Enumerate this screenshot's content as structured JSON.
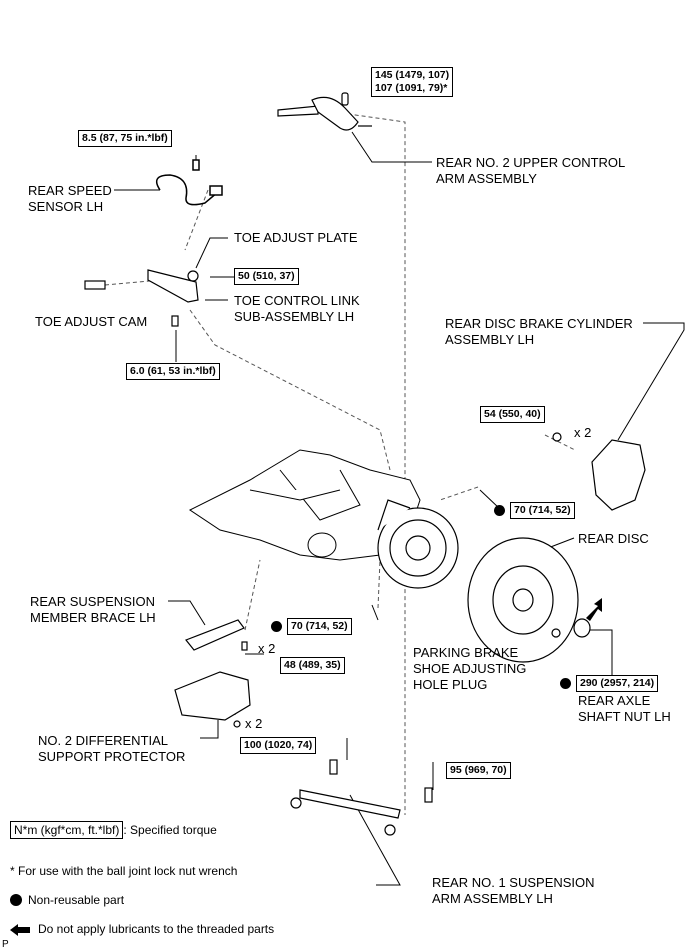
{
  "torques": {
    "upper_arm": "145 (1479, 107)\n107 (1091, 79)*",
    "speed_sensor": "8.5 (87, 75 in.*lbf)",
    "toe_plate": "50 (510, 37)",
    "toe_link": "6.0 (61, 53 in.*lbf)",
    "caliper": "54 (550, 40)",
    "knuckle_top": "70 (714, 52)",
    "knuckle_bottom": "70 (714, 52)",
    "brace": "48 (489, 35)",
    "axle_nut": "290 (2957, 214)",
    "protector": "100 (1020, 74)",
    "arm_right": "95 (969, 70)"
  },
  "labels": {
    "upper_arm": "REAR NO. 2 UPPER CONTROL\nARM ASSEMBLY",
    "speed_sensor": "REAR SPEED\nSENSOR LH",
    "toe_plate": "TOE ADJUST PLATE",
    "toe_link": "TOE CONTROL LINK\nSUB-ASSEMBLY LH",
    "toe_cam": "TOE ADJUST CAM",
    "caliper": "REAR DISC BRAKE CYLINDER\nASSEMBLY LH",
    "disc": "REAR DISC",
    "brace": "REAR SUSPENSION\nMEMBER BRACE LH",
    "plug": "PARKING BRAKE\nSHOE ADJUSTING\nHOLE PLUG",
    "axle_nut": "REAR AXLE\nSHAFT NUT LH",
    "protector": "NO. 2 DIFFERENTIAL\nSUPPORT PROTECTOR",
    "lower_arm": "REAR NO. 1 SUSPENSION\nARM ASSEMBLY LH"
  },
  "multipliers": {
    "caliper": "x 2",
    "brace": "x 2",
    "protector": "x 2"
  },
  "legend": {
    "unit_box": "N*m (kgf*cm, ft.*lbf)",
    "unit_text": ": Specified torque",
    "note": "* For use with the ball joint lock nut wrench",
    "nonreusable": "Non-reusable part",
    "no_lube": "Do not apply lubricants to the threaded parts"
  },
  "page_mark": "P"
}
